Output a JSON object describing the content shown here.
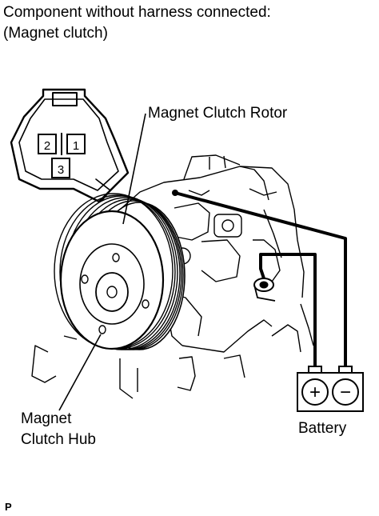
{
  "title_line1": "Component without harness connected:",
  "title_line2": "(Magnet clutch)",
  "connector": {
    "pins": [
      "2",
      "1",
      "3"
    ]
  },
  "labels": {
    "rotor": "Magnet Clutch Rotor",
    "hub_line1": "Magnet",
    "hub_line2": "Clutch Hub",
    "battery": "Battery"
  },
  "battery": {
    "plus": "+",
    "minus": "−"
  },
  "figure_code": "P"
}
